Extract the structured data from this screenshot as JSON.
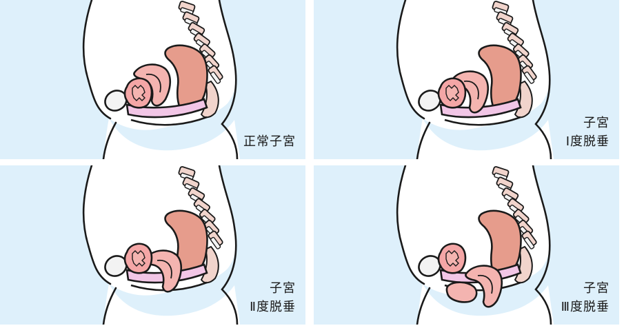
{
  "panels": [
    {
      "id": "normal",
      "lines": [
        "正常子宮"
      ]
    },
    {
      "id": "grade1",
      "lines": [
        "子宮",
        "Ⅰ度脱垂"
      ]
    },
    {
      "id": "grade2",
      "lines": [
        "子宮",
        "Ⅱ度脱垂"
      ]
    },
    {
      "id": "grade3",
      "lines": [
        "子宮",
        "Ⅲ度脱垂"
      ]
    }
  ],
  "colors": {
    "background": "#def0fb",
    "body_fill": "#ffffff",
    "outline": "#1a1a1a",
    "rectum": "#e69c8c",
    "uterus": "#f4b4b0",
    "bladder": "#f4a6a6",
    "vagina": "#f2c6e6",
    "bone": "#f1d4cc",
    "disc": "#f3f3f3"
  }
}
